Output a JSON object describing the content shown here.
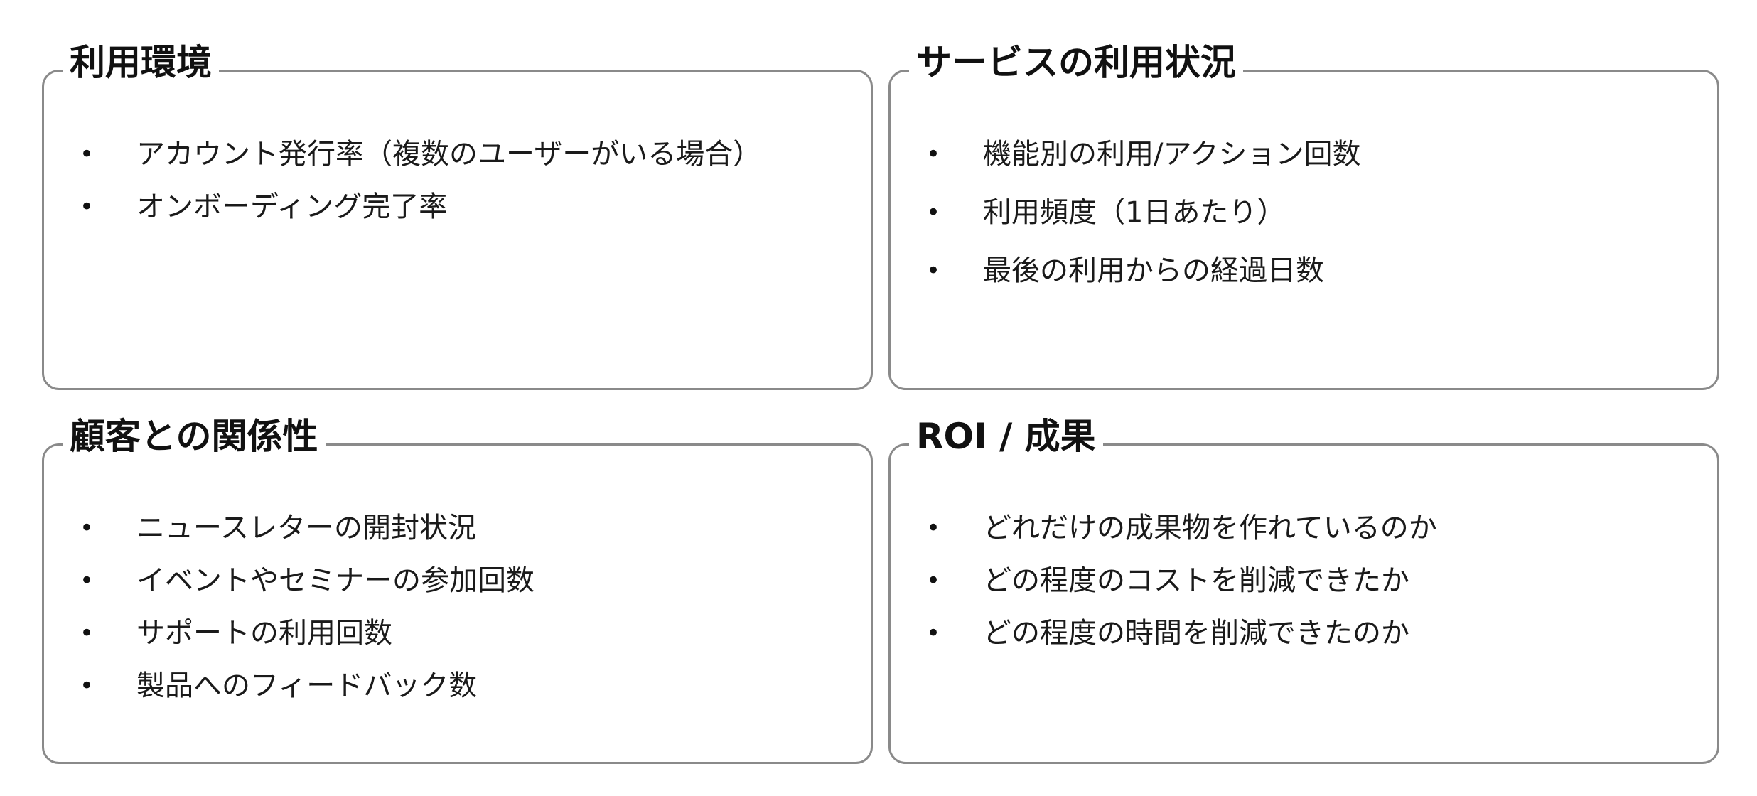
{
  "sections": [
    {
      "title": "利用環境",
      "items": [
        "アカウント発行率（複数のユーザーがいる場合）",
        "オンボーディング完了率"
      ]
    },
    {
      "title": "サービスの利用状況",
      "items": [
        "機能別の利用/アクション回数",
        "利用頻度（1日あたり）",
        "最後の利用からの経過日数"
      ]
    },
    {
      "title": "顧客との関係性",
      "items": [
        "ニュースレターの開封状況",
        "イベントやセミナーの参加回数",
        "サポートの利用回数",
        "製品へのフィードバック数"
      ]
    },
    {
      "title": "ROI / 成果",
      "items": [
        "どれだけの成果物を作れているのか",
        "どの程度のコストを削減できたか",
        "どの程度の時間を削減できたのか"
      ]
    }
  ],
  "bullet": "•"
}
